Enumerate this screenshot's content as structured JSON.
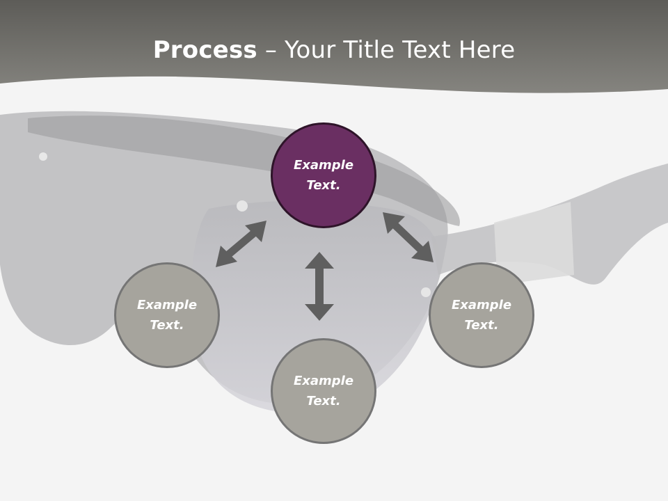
{
  "title": {
    "bold": "Process",
    "rest": " – Your Title Text Here"
  },
  "colors": {
    "header": "#6f6e68",
    "accent": "#6a2f62",
    "node": "#a6a49d",
    "arrow": "#5f5f5f"
  },
  "nodes": {
    "top": "Example\nText.",
    "left": "Example\nText.",
    "right": "Example\nText.",
    "bottom": "Example\nText."
  }
}
